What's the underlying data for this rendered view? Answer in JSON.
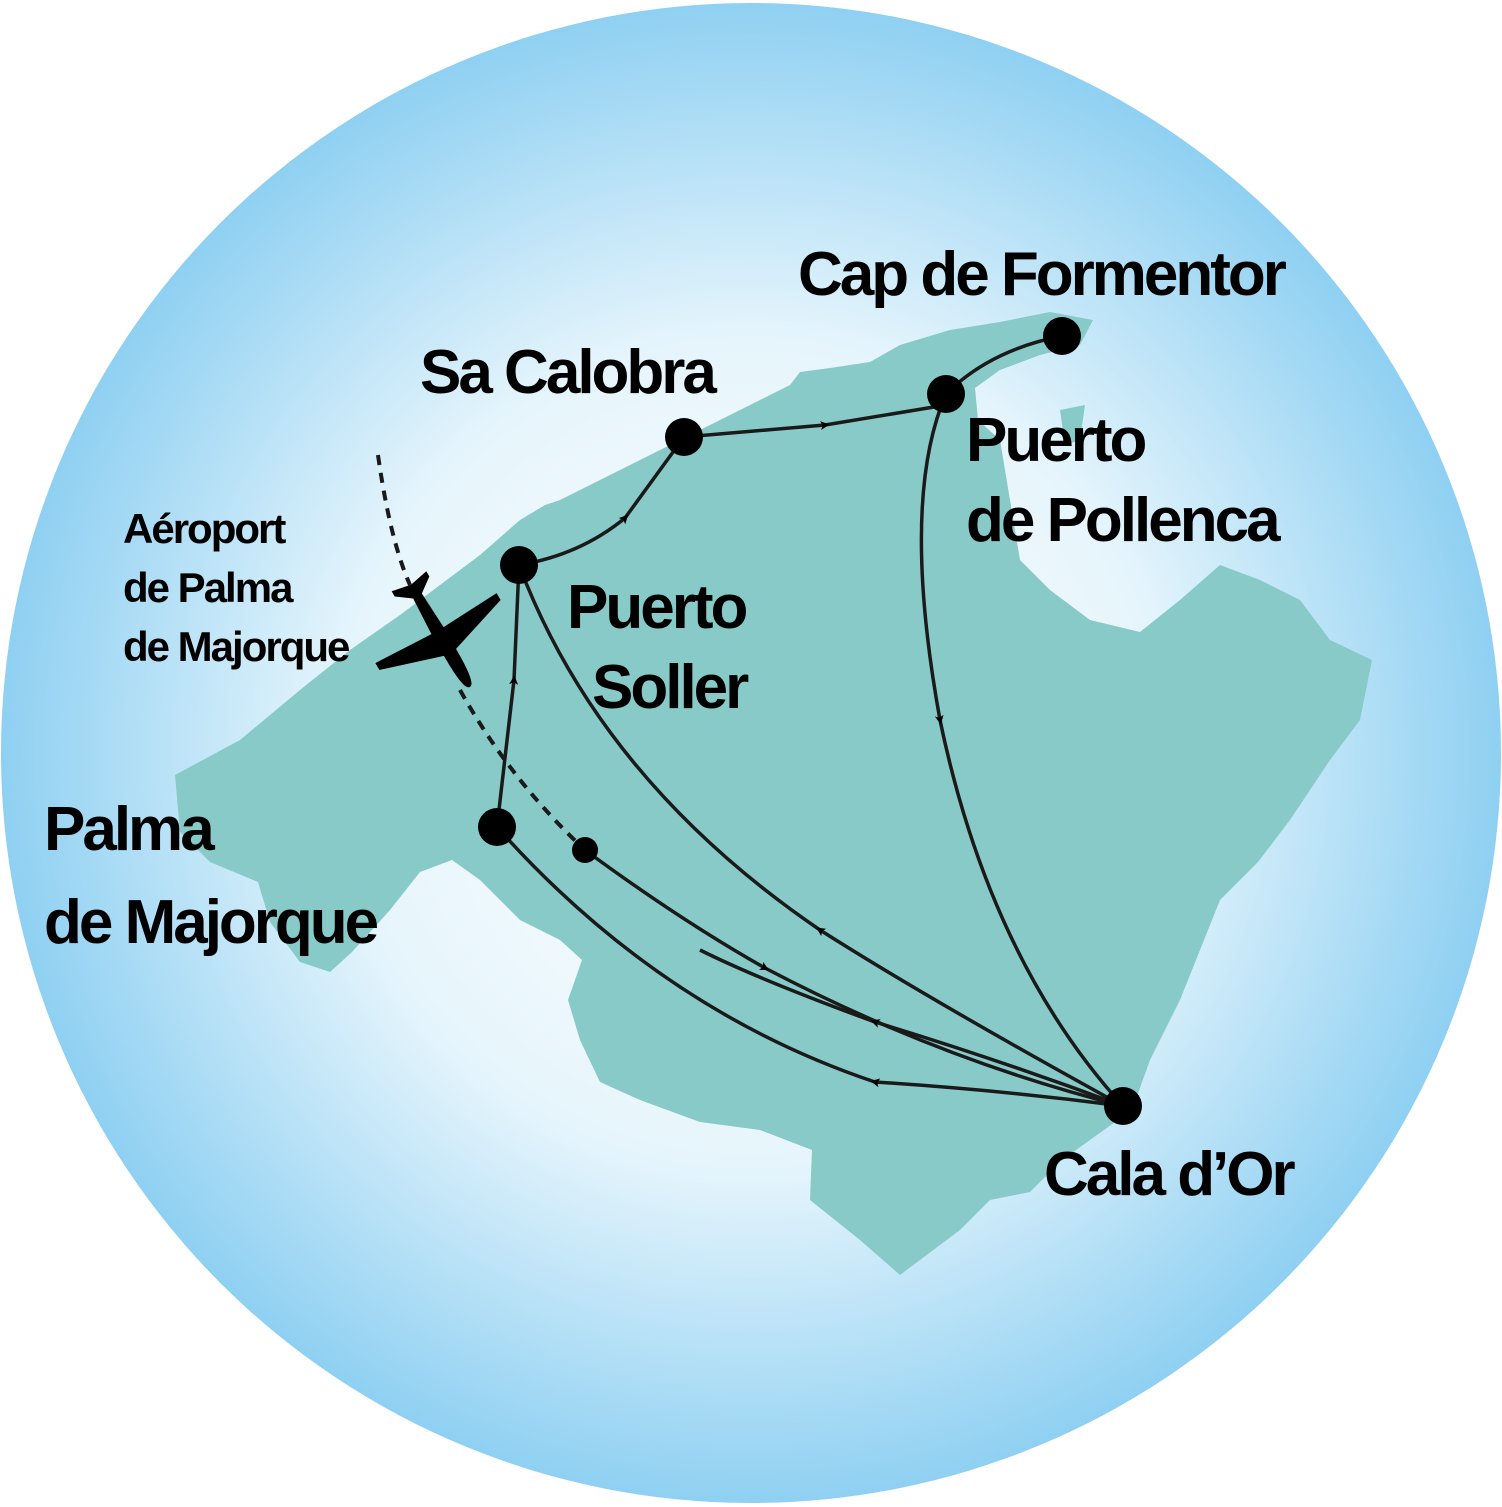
{
  "colors": {
    "sea_edge": "#8fd0f2",
    "sea_center": "#ffffff",
    "land": "#88cac8",
    "route": "#1a1a1a"
  },
  "places": {
    "formentor": "Cap de Formentor",
    "calobra": "Sa Calobra",
    "pollenca_1": "Puerto",
    "pollenca_2": "de Pollenca",
    "soller_1": "Puerto",
    "soller_2": "Soller",
    "airport_1": "Aéroport",
    "airport_2": "de Palma",
    "airport_3": "de Majorque",
    "palma_1": "Palma",
    "palma_2": "de Majorque",
    "calador": "Cala d’Or"
  },
  "icons": {
    "airport": "airplane-icon"
  }
}
